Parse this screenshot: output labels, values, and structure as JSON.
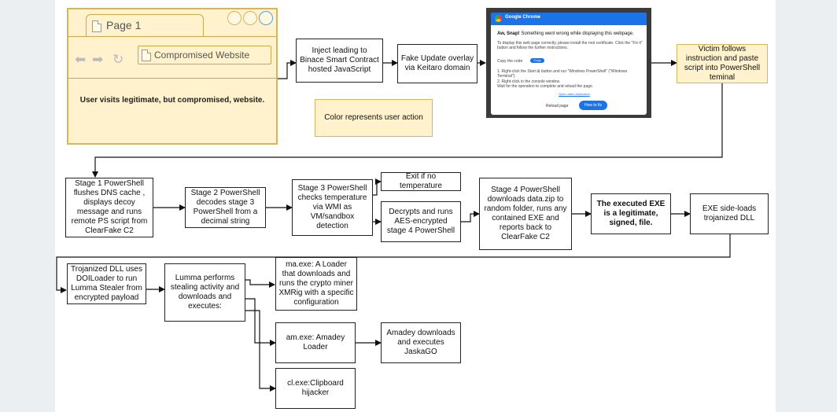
{
  "browser": {
    "tab_title": "Page 1",
    "address": "Compromised Website",
    "caption": "User visits legitimate, but compromised, website."
  },
  "legend": {
    "text": "Color represents user action"
  },
  "chrome_dialog": {
    "title": "Google Chrome",
    "heading_bold": "Aw, Snap!",
    "heading_rest": " Something went wrong while displaying this webpage.",
    "line1": "To display this web page correctly, please install the root certificate. Click the \"Fix it\" button and follow the further instructions.",
    "copy_label": "Copy the code",
    "copy_button": "Copy",
    "step1": "1. Right-click the Start ⊞ button and run \"Windows PowerShell\" (\"Windows Terminal\").",
    "step2": "2. Right-click in the console window.",
    "step3": "Wait for the operation to complete and reload the page.",
    "video_link": "Open video instruction",
    "reload": "Reload page",
    "fix": "How to fix"
  },
  "nodes": {
    "inject": "Inject leading to Binace Smart Contract hosted JavaScript",
    "fake_update": "Fake Update overlay via Keitaro domain",
    "victim": "Victim follows instruction and paste script into PowerShell teminal",
    "stage1": "Stage 1 PowerShell flushes DNS cache , displays decoy message and runs remote PS script from ClearFake C2",
    "stage2": "Stage 2 PowerShell decodes stage 3 PowerShell from a decimal string",
    "stage3": "Stage 3 PowerShell checks temperature via WMI as VM/sandbox detection",
    "exit": "Exit if no temperature",
    "decrypt": "Decrypts and runs AES-encrypted stage 4 PowerShell",
    "stage4": "Stage 4 PowerShell downloads data.zip to random folder, runs any contained EXE and reports back to ClearFake C2",
    "exe": "The executed EXE is a legitimate, signed, file.",
    "sideload": "EXE side-loads trojanized DLL",
    "trojan_dll": "Trojanized DLL uses DOILoader to run Lumma Stealer from encrypted payload",
    "lumma": "Lumma performs stealing activity and downloads and executes:",
    "ma": "ma.exe: A Loader that downloads and runs the crypto miner XMRig with a specific configuration",
    "am": "am.exe: Amadey Loader",
    "amadey_dl": "Amadey downloads and executes JaskaGO",
    "cl": "cl.exe:Clipboard hijacker"
  }
}
